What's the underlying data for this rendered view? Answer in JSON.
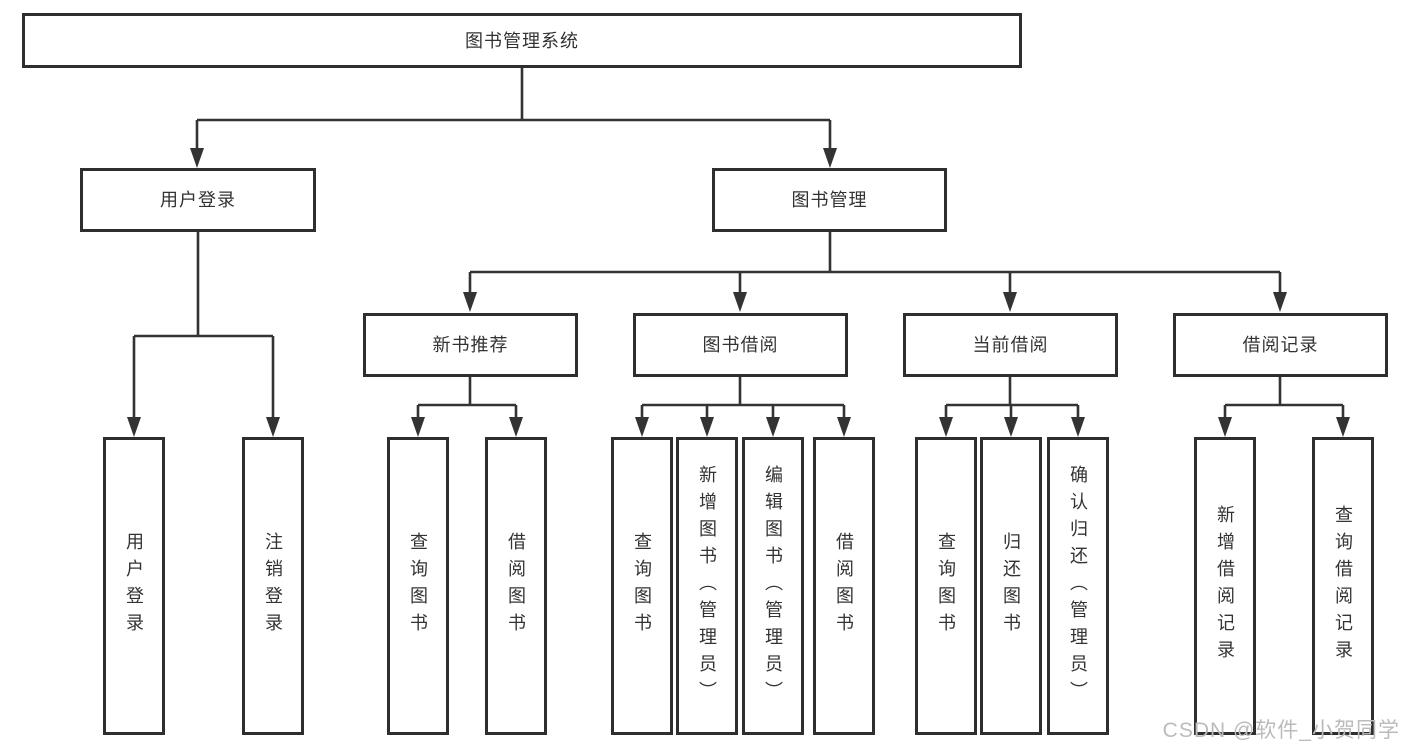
{
  "tree": {
    "root": {
      "label": "图书管理系统",
      "children": [
        {
          "label": "用户登录",
          "children": [
            {
              "label": "用户登录"
            },
            {
              "label": "注销登录"
            }
          ]
        },
        {
          "label": "图书管理",
          "children": [
            {
              "label": "新书推荐",
              "children": [
                {
                  "label": "查询图书"
                },
                {
                  "label": "借阅图书"
                }
              ]
            },
            {
              "label": "图书借阅",
              "children": [
                {
                  "label": "查询图书"
                },
                {
                  "label": "新增图书（管理员）"
                },
                {
                  "label": "编辑图书（管理员）"
                },
                {
                  "label": "借阅图书"
                }
              ]
            },
            {
              "label": "当前借阅",
              "children": [
                {
                  "label": "查询图书"
                },
                {
                  "label": "归还图书"
                },
                {
                  "label": "确认归还（管理员）"
                }
              ]
            },
            {
              "label": "借阅记录",
              "children": [
                {
                  "label": "新增借阅记录"
                },
                {
                  "label": "查询借阅记录"
                }
              ]
            }
          ]
        }
      ]
    }
  },
  "watermark": {
    "text": "CSDN @软件_小贺同学"
  },
  "colors": {
    "box_border": "#2e2e2e",
    "connector_line": "#333333",
    "text": "#333333",
    "watermark": "#b9bbbd",
    "background": "#ffffff"
  }
}
